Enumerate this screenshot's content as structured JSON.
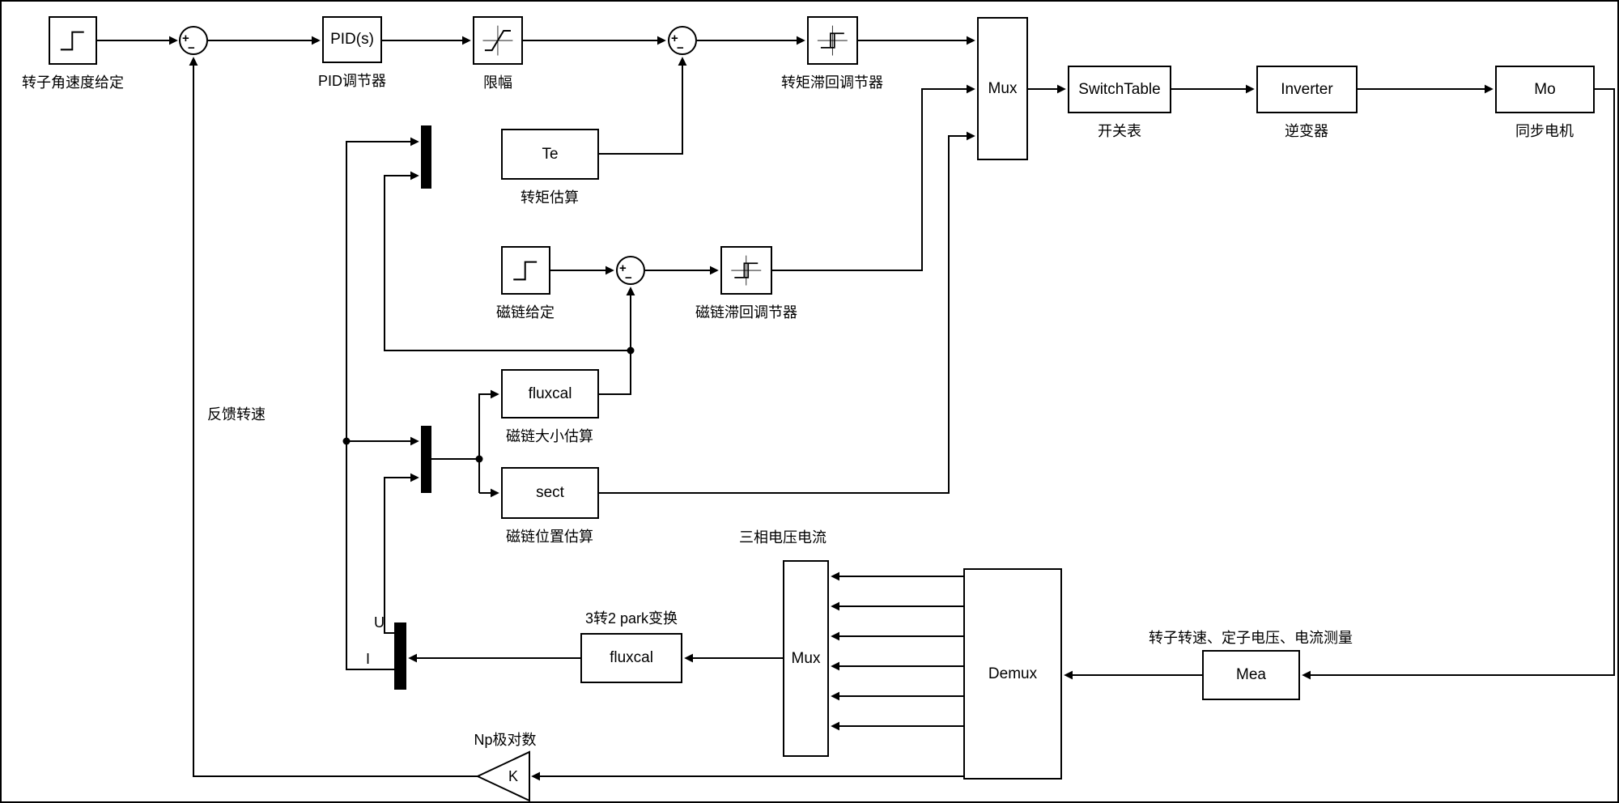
{
  "blocks": {
    "step1": {
      "label": "转子角速度给定"
    },
    "pid": {
      "text": "PID(s)",
      "label": "PID调节器"
    },
    "saturation": {
      "label": "限幅"
    },
    "relay_torque": {
      "label": "转矩滞回调节器"
    },
    "mux_top": {
      "text": "Mux"
    },
    "switch_table": {
      "text": "SwitchTable",
      "label": "开关表"
    },
    "inverter": {
      "text": "Inverter",
      "label": "逆变器"
    },
    "motor": {
      "text": "Mo",
      "label": "同步电机"
    },
    "te": {
      "text": "Te",
      "label": "转矩估算"
    },
    "flux_ref": {
      "label": "磁链给定"
    },
    "relay_flux": {
      "label": "磁链滞回调节器"
    },
    "fluxcal": {
      "text": "fluxcal",
      "label": "磁链大小估算"
    },
    "sect": {
      "text": "sect",
      "label": "磁链位置估算"
    },
    "mux_bottom": {
      "text": "Mux",
      "label": "三相电压电流"
    },
    "demux": {
      "text": "Demux"
    },
    "park": {
      "text": "fluxcal",
      "label": "3转2 park变换"
    },
    "mea": {
      "text": "Mea",
      "label": "转子转速、定子电压、电流测量"
    },
    "gain": {
      "text": "K",
      "label": "Np极对数"
    }
  },
  "wire_labels": {
    "feedback": "反馈转速",
    "port_u": "U",
    "port_i": "I"
  },
  "sum": {
    "plus": "+",
    "minus": "−"
  },
  "colors": {
    "line": "#000000",
    "background": "#ffffff"
  }
}
